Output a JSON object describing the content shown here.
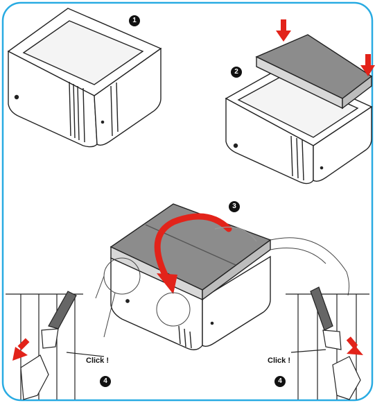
{
  "colors": {
    "frame_border": "#29abe2",
    "arrow_red": "#e2231a",
    "lid_grey": "#8c8c8c",
    "outline": "#222222"
  },
  "steps": [
    {
      "number": "1"
    },
    {
      "number": "2"
    },
    {
      "number": "3"
    },
    {
      "number": "4"
    },
    {
      "number": "4"
    }
  ],
  "callouts": {
    "left_click": "Click !",
    "right_click": "Click !"
  }
}
